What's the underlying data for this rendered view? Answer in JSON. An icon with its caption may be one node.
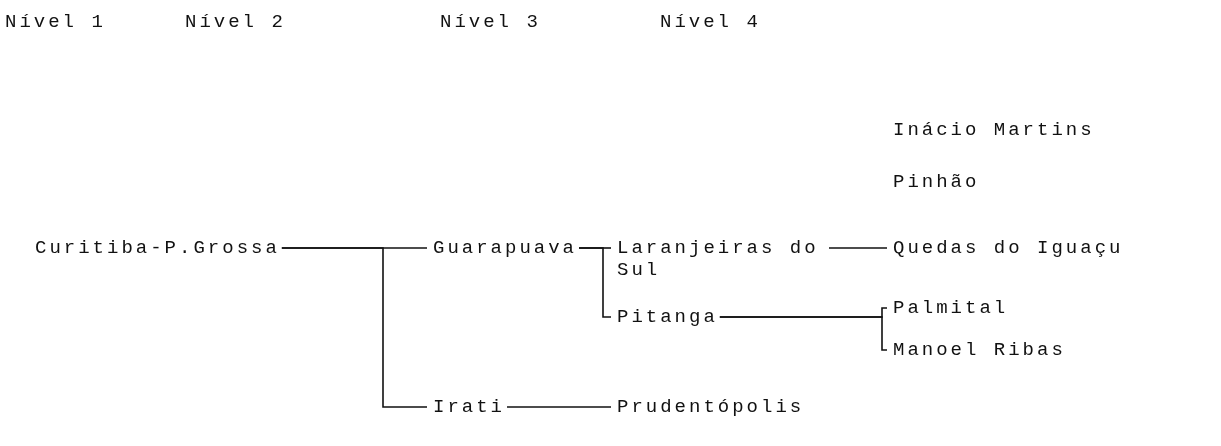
{
  "diagram": {
    "nodes": [
      {
        "text": [
          "Curitiba-P.Grossa"
        ]
      },
      {
        "text": [
          "Guarapuava"
        ]
      },
      {
        "text": [
          "Irati"
        ]
      },
      {
        "text": [
          "Laranjeiras do Sul"
        ]
      },
      {
        "text": [
          "Pitanga"
        ]
      },
      {
        "text": [
          "Prudentópolis"
        ]
      },
      {
        "text": [
          "Inácio Martins"
        ]
      },
      {
        "text": [
          "Pinhão"
        ]
      },
      {
        "text": [
          "Quedas do Iguaçu"
        ]
      },
      {
        "text": [
          "Palmital"
        ]
      },
      {
        "text": [
          "Manoel Ribas"
        ]
      }
    ],
    "edges": [
      {
        "from": 0,
        "to": 1,
        "arrow": "none"
      },
      {
        "from": 0,
        "to": 2,
        "arrow": "none"
      },
      {
        "from": 1,
        "to": 3,
        "arrow": "none"
      },
      {
        "from": 1,
        "to": 4,
        "arrow": "none"
      },
      {
        "from": 2,
        "to": 5,
        "arrow": "none"
      },
      {
        "from": 3,
        "to": 8,
        "arrow": "none"
      },
      {
        "from": 4,
        "to": 9,
        "arrow": "none"
      },
      {
        "from": 4,
        "to": 10,
        "arrow": "none"
      }
    ],
    "labels": [
      "Nível 1",
      "Nível 2",
      "Nível 3",
      "Nível 4"
    ]
  }
}
